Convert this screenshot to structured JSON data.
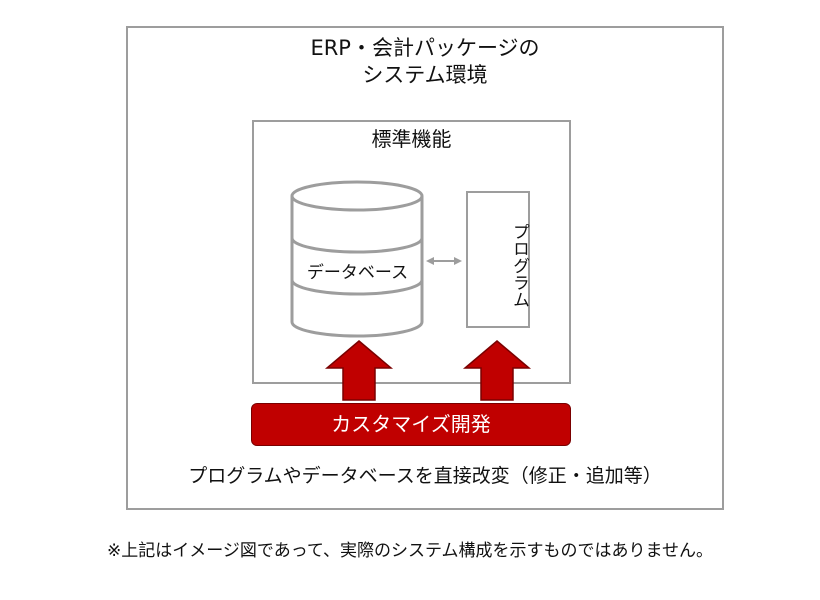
{
  "outer": {
    "title_line1": "ERP・会計パッケージの",
    "title_line2": "システム環境"
  },
  "standard": {
    "title": "標準機能",
    "database_label": "データベース",
    "program_label": "プログラム"
  },
  "customization": {
    "bar_label": "カスタマイズ開発",
    "caption": "プログラムやデータベースを直接改変（修正・追加等）"
  },
  "footnote": "※上記はイメージ図であって、実際のシステム構成を示すものではありません。",
  "colors": {
    "accent_red": "#c00000",
    "border_gray": "#9d9d9d"
  },
  "icons": {
    "database": "database-cylinder-icon",
    "connector": "double-arrow-icon",
    "up_arrows": "up-arrow-icon"
  }
}
